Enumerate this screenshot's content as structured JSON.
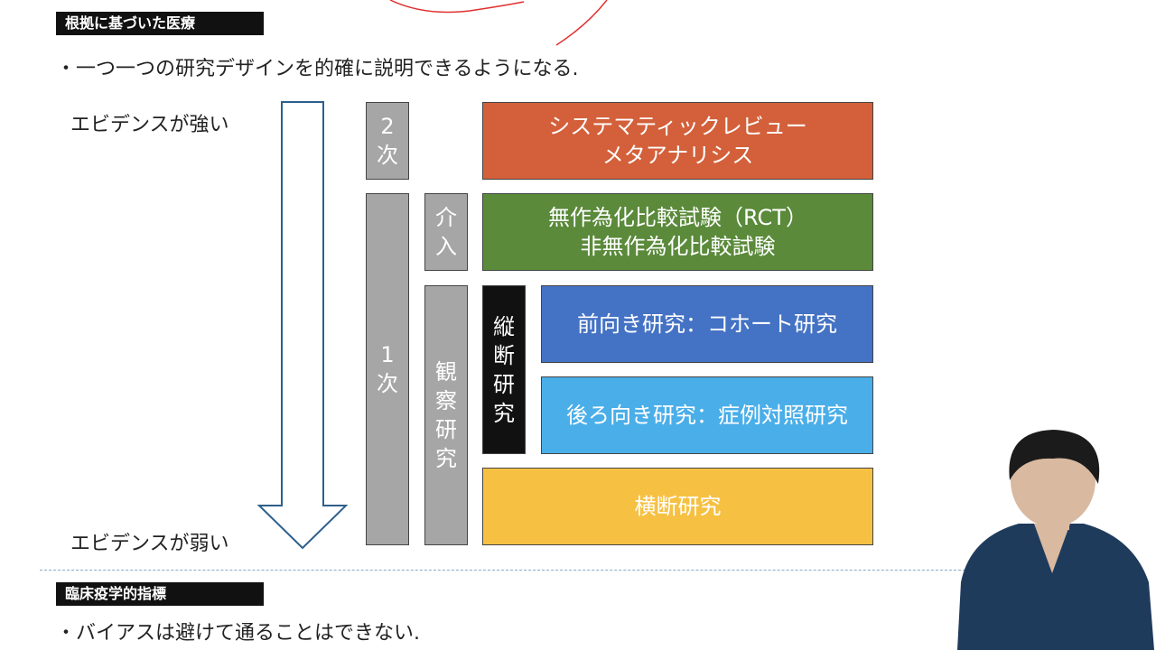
{
  "section1": {
    "tag": "根拠に基づいた医療",
    "bullet": "・一つ一つの研究デザインを的確に説明できるようになる."
  },
  "arrow": {
    "top_label": "エビデンスが強い",
    "bottom_label": "エビデンスが弱い"
  },
  "levels": {
    "secondary": "2次",
    "primary": "1次",
    "intervention": "介入",
    "observational": "観察研究",
    "longitudinal": "縦断研究"
  },
  "designs": {
    "systematic": [
      "システマティックレビュー",
      "メタアナリシス"
    ],
    "rct": [
      "無作為化比較試験（RCT）",
      "非無作為化比較試験"
    ],
    "cohort": "前向き研究：コホート研究",
    "case_control": "後ろ向き研究：症例対照研究",
    "cross_sectional": "横断研究"
  },
  "section2": {
    "tag": "臨床疫学的指標",
    "bullet": "・バイアスは避けて通ることはできない."
  },
  "colors": {
    "systematic": "#d3603a",
    "rct": "#5a8a3a",
    "cohort": "#4472c4",
    "case_control": "#4aaee8",
    "cross_sectional": "#f6c142",
    "gray": "#a6a6a6",
    "black": "#111111",
    "pen": "#e03030"
  }
}
